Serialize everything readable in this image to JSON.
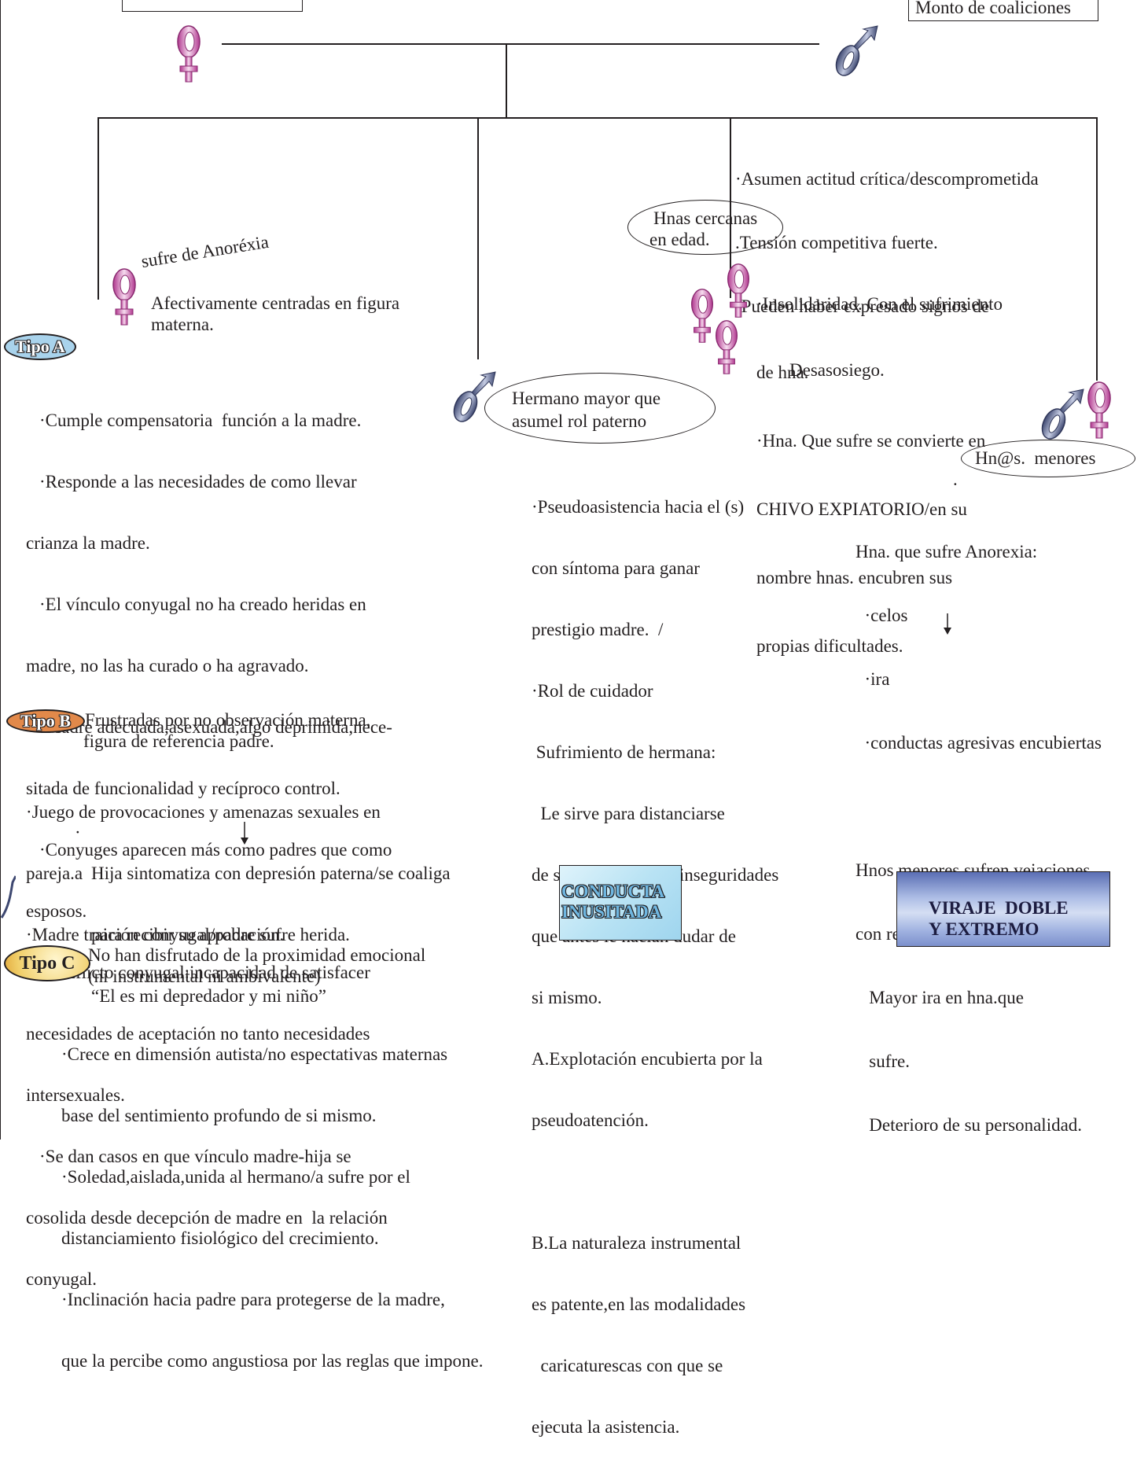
{
  "top_box_right": {
    "text": "Monto de coaliciones"
  },
  "anorexia_label": "sufre de Anoréxia",
  "anorexia_desc": [
    "Afectivamente centradas en figura",
    "materna."
  ],
  "tipo_a": {
    "badge": "Tipo A",
    "lines": [
      "·Cumple compensatoria  función a la madre.",
      "·Responde a las necesidades de como llevar",
      "crianza la madre.",
      "·El vínculo conyugal no ha creado heridas en",
      "madre, no las ha curado o ha agravado.",
      "·Madre adecuada,asexuada,algo deprimida,nece-",
      "sitada de funcionalidad y recíproco control.",
      "·Conyuges aparecen más como padres que como",
      "esposos.",
      "·Conflicto conyugal:incapacidad de satisfacer",
      "necesidades de aceptación no tanto necesidades",
      "intersexuales.",
      "·Se dan casos en que vínculo madre-hija se",
      "cosolida desde decepción de madre en  la relación",
      "conyugal."
    ]
  },
  "tipo_b": {
    "badge": "Tipo B",
    "head": [
      "Frustradas por no observación materna,",
      "figura de referencia padre."
    ],
    "lines1": [
      "·Juego de provocaciones y amenazas sexuales en",
      "pareja.a",
      "·Madre traición conyugal/padre sufre herida."
    ],
    "bullet": "·",
    "lines2": [
      "Hija sintomatiza con depresión paterna/se coaliga",
      "para recibir su aprobación.",
      "“El es mi depredador y mi niño”"
    ]
  },
  "tipo_c": {
    "badge": "Tipo C",
    "head": [
      "No han disfrutado de la proximidad emocional",
      "(ni instrumental ni ambivalente)"
    ],
    "lines": [
      "·Crece en dimensión autista/no espectativas maternas",
      "base del sentimiento profundo de si mismo.",
      "·Soledad,aislada,unida al hermano/a sufre por el",
      "distanciamiento fisiológico del crecimiento.",
      "·Inclinación hacia padre para protegerse de la madre,",
      "que la percibe como angustiosa por las reglas que impone."
    ]
  },
  "hermano_mayor": {
    "oval": [
      "Hermano mayor que",
      "asumel rol paterno"
    ],
    "lines": [
      "·Pseudoasistencia hacia el (s)",
      "con síntoma para ganar",
      "prestigio madre.  /",
      "·Rol de cuidador",
      " Sufrimiento de hermana:",
      "  Le sirve para distanciarse",
      "de sus desasosiegos/inseguridades",
      "que antes le hacian dudar de",
      "si mismo.",
      "A.Explotación encubierta por la",
      "pseudoatención.",
      "",
      "B.La naturaleza instrumental",
      "es patente,en las modalidades",
      "  caricaturescas con que se",
      "ejecuta la asistencia."
    ]
  },
  "hnas_cercanas": {
    "oval": [
      "Hnas cercanas",
      "en edad."
    ],
    "top_lines": [
      "·Asumen actitud crítica/descomprometida",
      ".Tensión competitiva fuerte.",
      "·Pueden haber expresado signos de",
      "            Desasosiego."
    ],
    "lines": [
      "·Insolidaridad. Con el sufrimiento",
      "de hna.",
      "·Hna. Que sufre se convierte en",
      "CHIVO EXPIATORIO/en su",
      "nombre hnas. encubren sus",
      "propias dificultades."
    ]
  },
  "menores": {
    "oval": "Hn@s.  menores",
    "dot": ".",
    "lines": [
      "Hna. que sufre Anorexia:",
      "  ·celos",
      "  ·ira",
      "  ·conductas agresivas encubiertas",
      "",
      "Hnos menores sufren vejaciones",
      "con resignación (amor a madre).",
      "   Mayor ira en hna.que",
      "   sufre.",
      "   Deterioro de su personalidad."
    ]
  },
  "conducta_box": [
    "CONDUCTA",
    "INUSITADA"
  ],
  "viraje_box": [
    "VIRAJE  DOBLE",
    "Y EXTREMO"
  ],
  "colors": {
    "female": "#d36fb5",
    "male": "#5f6c93",
    "tipo_a": "#a9d3ec",
    "tipo_b": "#e2894a",
    "tipo_c": "#f1cf6a"
  }
}
